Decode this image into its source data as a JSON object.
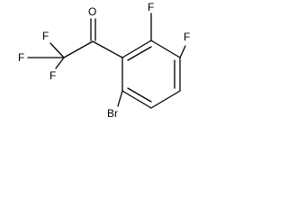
{
  "molecule": {
    "atoms": {
      "oxygen": "O",
      "fluorine_1": "F",
      "fluorine_2": "F",
      "fluorine_3": "F",
      "fluorine_4": "F",
      "fluorine_5": "F",
      "bromine": "Br"
    }
  },
  "colors": {
    "bond": "#000000",
    "label": "#000000",
    "background": "#ffffff"
  }
}
